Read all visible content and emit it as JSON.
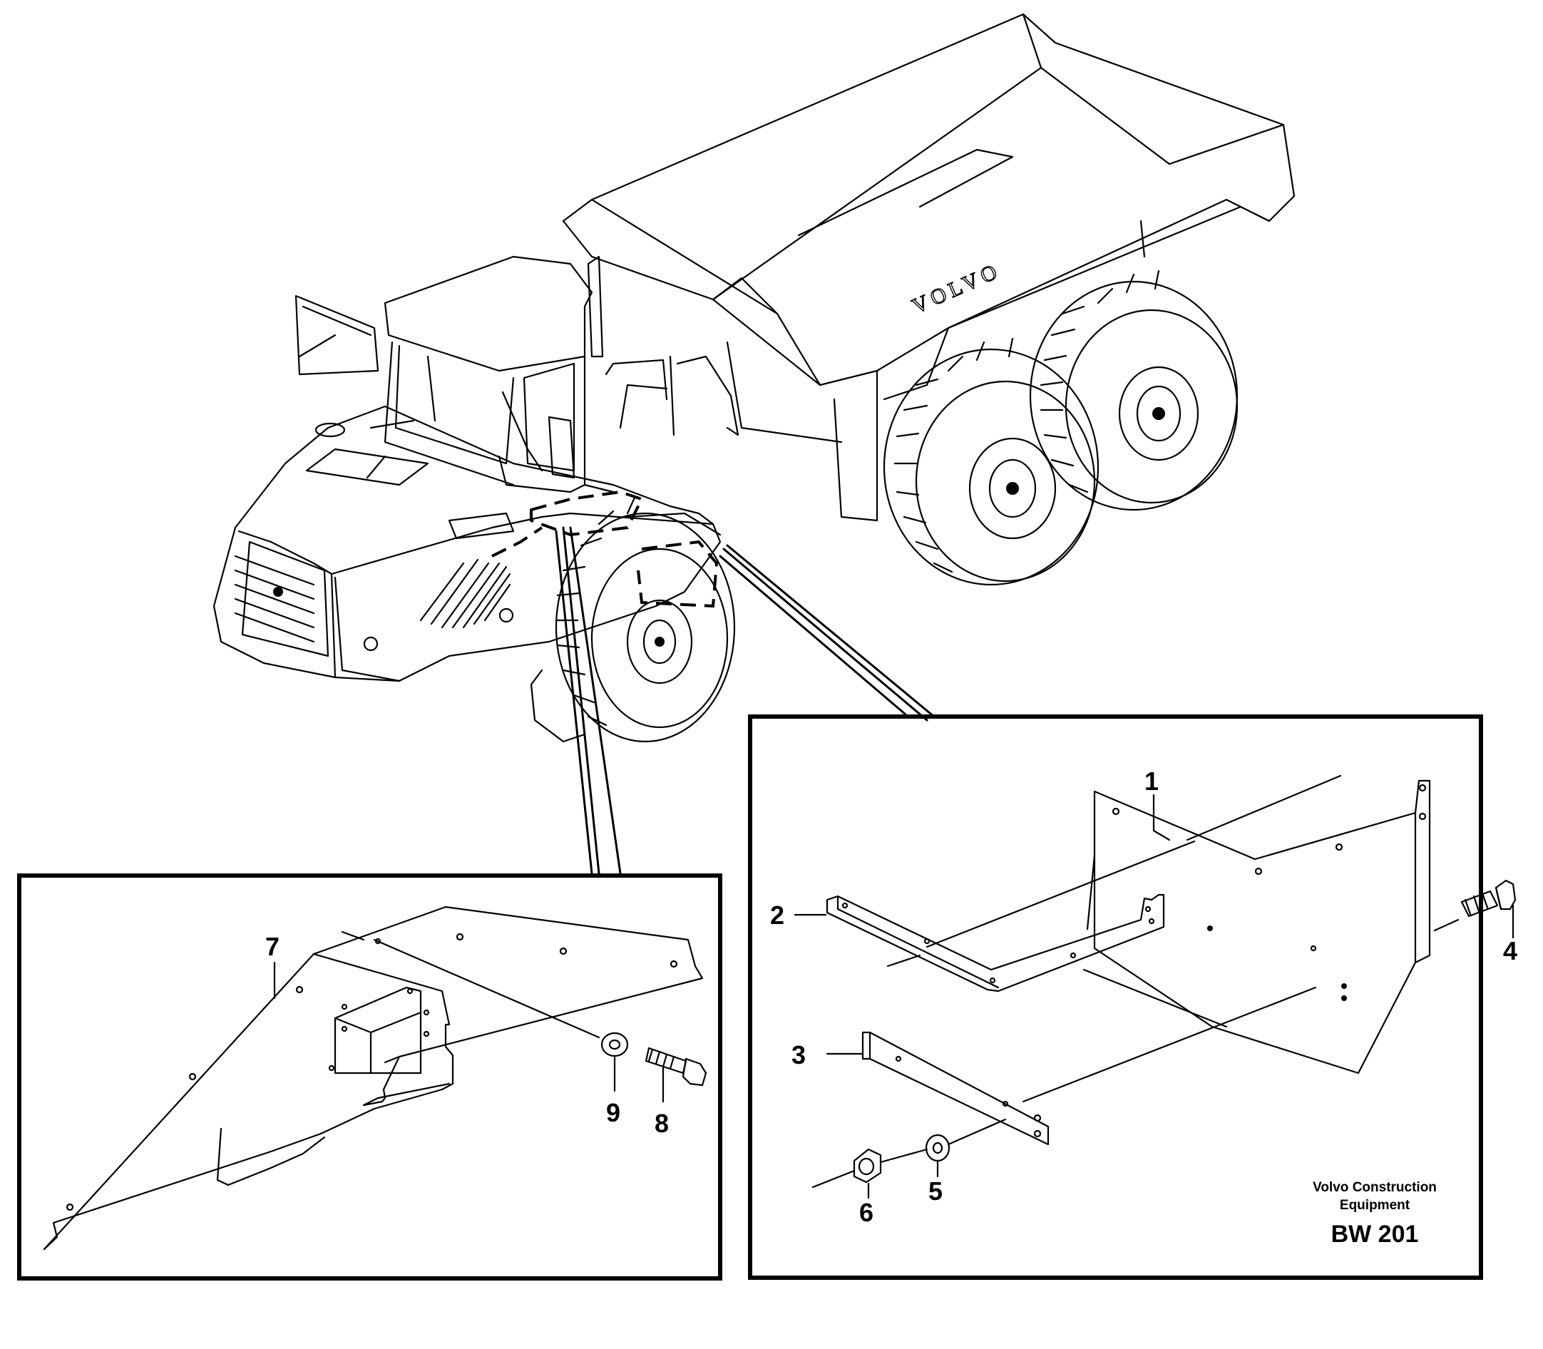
{
  "hauler_badge": "VOLVO",
  "parts": [
    {
      "number": "1",
      "name": "plate"
    },
    {
      "number": "2",
      "name": "bracket"
    },
    {
      "number": "3",
      "name": "strip"
    },
    {
      "number": "4",
      "name": "screw"
    },
    {
      "number": "5",
      "name": "washer"
    },
    {
      "number": "6",
      "name": "nut"
    },
    {
      "number": "7",
      "name": "plate"
    },
    {
      "number": "8",
      "name": "screw"
    },
    {
      "number": "9",
      "name": "washer"
    }
  ],
  "publisher": {
    "line1": "Volvo Construction",
    "line2": "Equipment"
  },
  "illustration_code": "BW 201"
}
